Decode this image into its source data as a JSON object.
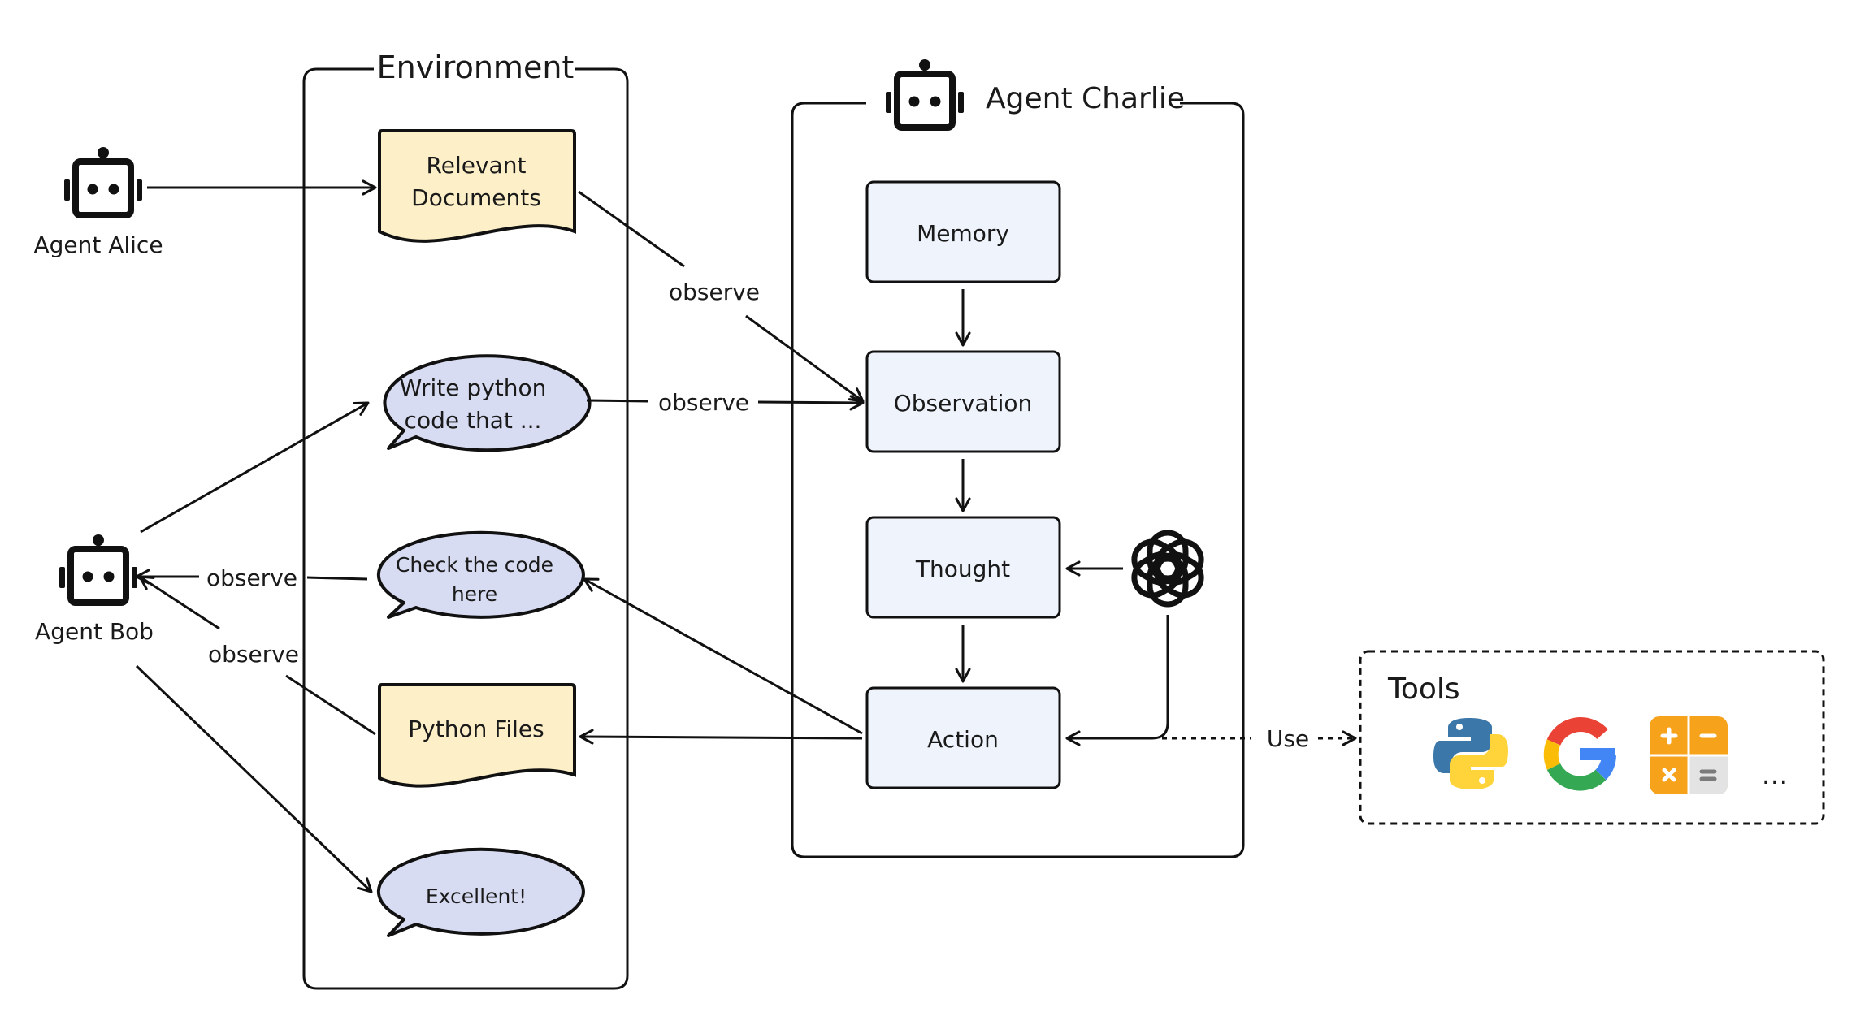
{
  "environment": {
    "title": "Environment",
    "items": {
      "relevant_documents": {
        "line1": "Relevant",
        "line2": "Documents"
      },
      "write_python": {
        "line1": "Write python",
        "line2": "code that ..."
      },
      "check_code": {
        "line1": "Check the code",
        "line2": "here"
      },
      "python_files": {
        "label": "Python Files"
      },
      "excellent": {
        "label": "Excellent!"
      }
    }
  },
  "agents": {
    "alice": {
      "label": "Agent Alice"
    },
    "bob": {
      "label": "Agent Bob"
    },
    "charlie": {
      "label": "Agent Charlie"
    }
  },
  "charlie_steps": {
    "memory": "Memory",
    "observation": "Observation",
    "thought": "Thought",
    "action": "Action"
  },
  "edge_labels": {
    "observe": "observe",
    "use": "Use"
  },
  "tools": {
    "title": "Tools",
    "ellipsis": "...",
    "icons": [
      "python-icon",
      "google-icon",
      "calculator-icon"
    ]
  },
  "colors": {
    "document_fill": "#FDF0C9",
    "bubble_fill": "#D8DCF2",
    "step_fill": "#EEF3FC",
    "stroke": "#111111",
    "python_blue": "#3B77A8",
    "python_yellow": "#FFD43B",
    "calculator_orange": "#F7A21B"
  }
}
